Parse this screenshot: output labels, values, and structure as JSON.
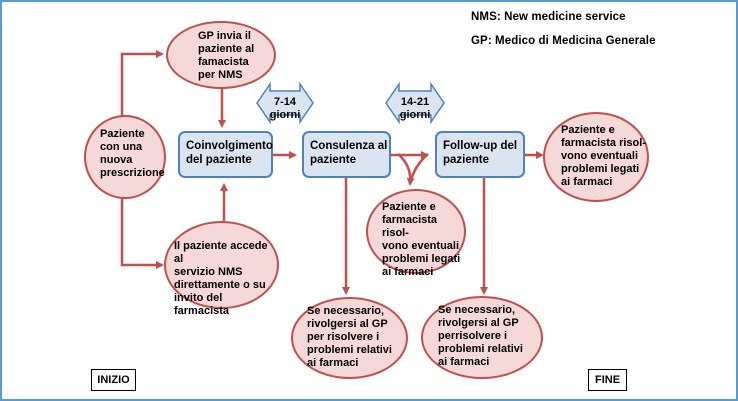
{
  "legend": {
    "nms": "NMS: New medicine service",
    "gp": "GP: Medico di Medicina Generale"
  },
  "nodes": {
    "patient_new_prescription": "Paziente\ncon una\nnuova\nprescrizione",
    "gp_sends": "GP invia il\npaziente al\nfamacista\nper NMS",
    "patient_accesses": "Il paziente accede al\nservizio NMS\ndirettamente o su\ninvito del farmacista",
    "involvement": "Coinvolgimento\ndel paziente",
    "consultation": "Consulenza al\npaziente",
    "followup": "Follow-up del\npaziente",
    "resolve_mid": "Paziente e\nfarmacista risol-\nvono eventuali\nproblemi legati\nai farmaci",
    "resolve_end": "Paziente e\nfarmacista risol-\nvono eventuali\nproblemi legati\nai farmaci",
    "gp_if_needed_1": "Se necessario,\nrivolgersi al GP\nper risolvere i\nproblemi relativi\nai farmaci",
    "gp_if_needed_2": "Se necessario,\nrivolgersi al GP\nperrisolvere i\nproblemi relativi\nai farmaci"
  },
  "intervals": {
    "first": "7-14\ngiorni",
    "second": "14-21\ngiorni"
  },
  "labels": {
    "start": "INIZIO",
    "end": "FINE"
  },
  "colors": {
    "frame": "#5b9bd5",
    "ellipse_stroke": "#c0504d",
    "ellipse_fill": "#f5d8d8",
    "step_stroke": "#4f81bd",
    "step_fill": "#dbe5f1",
    "arrow": "#c0504d",
    "timing_fill": "#dbe5f1",
    "timing_stroke": "#4f81bd"
  }
}
